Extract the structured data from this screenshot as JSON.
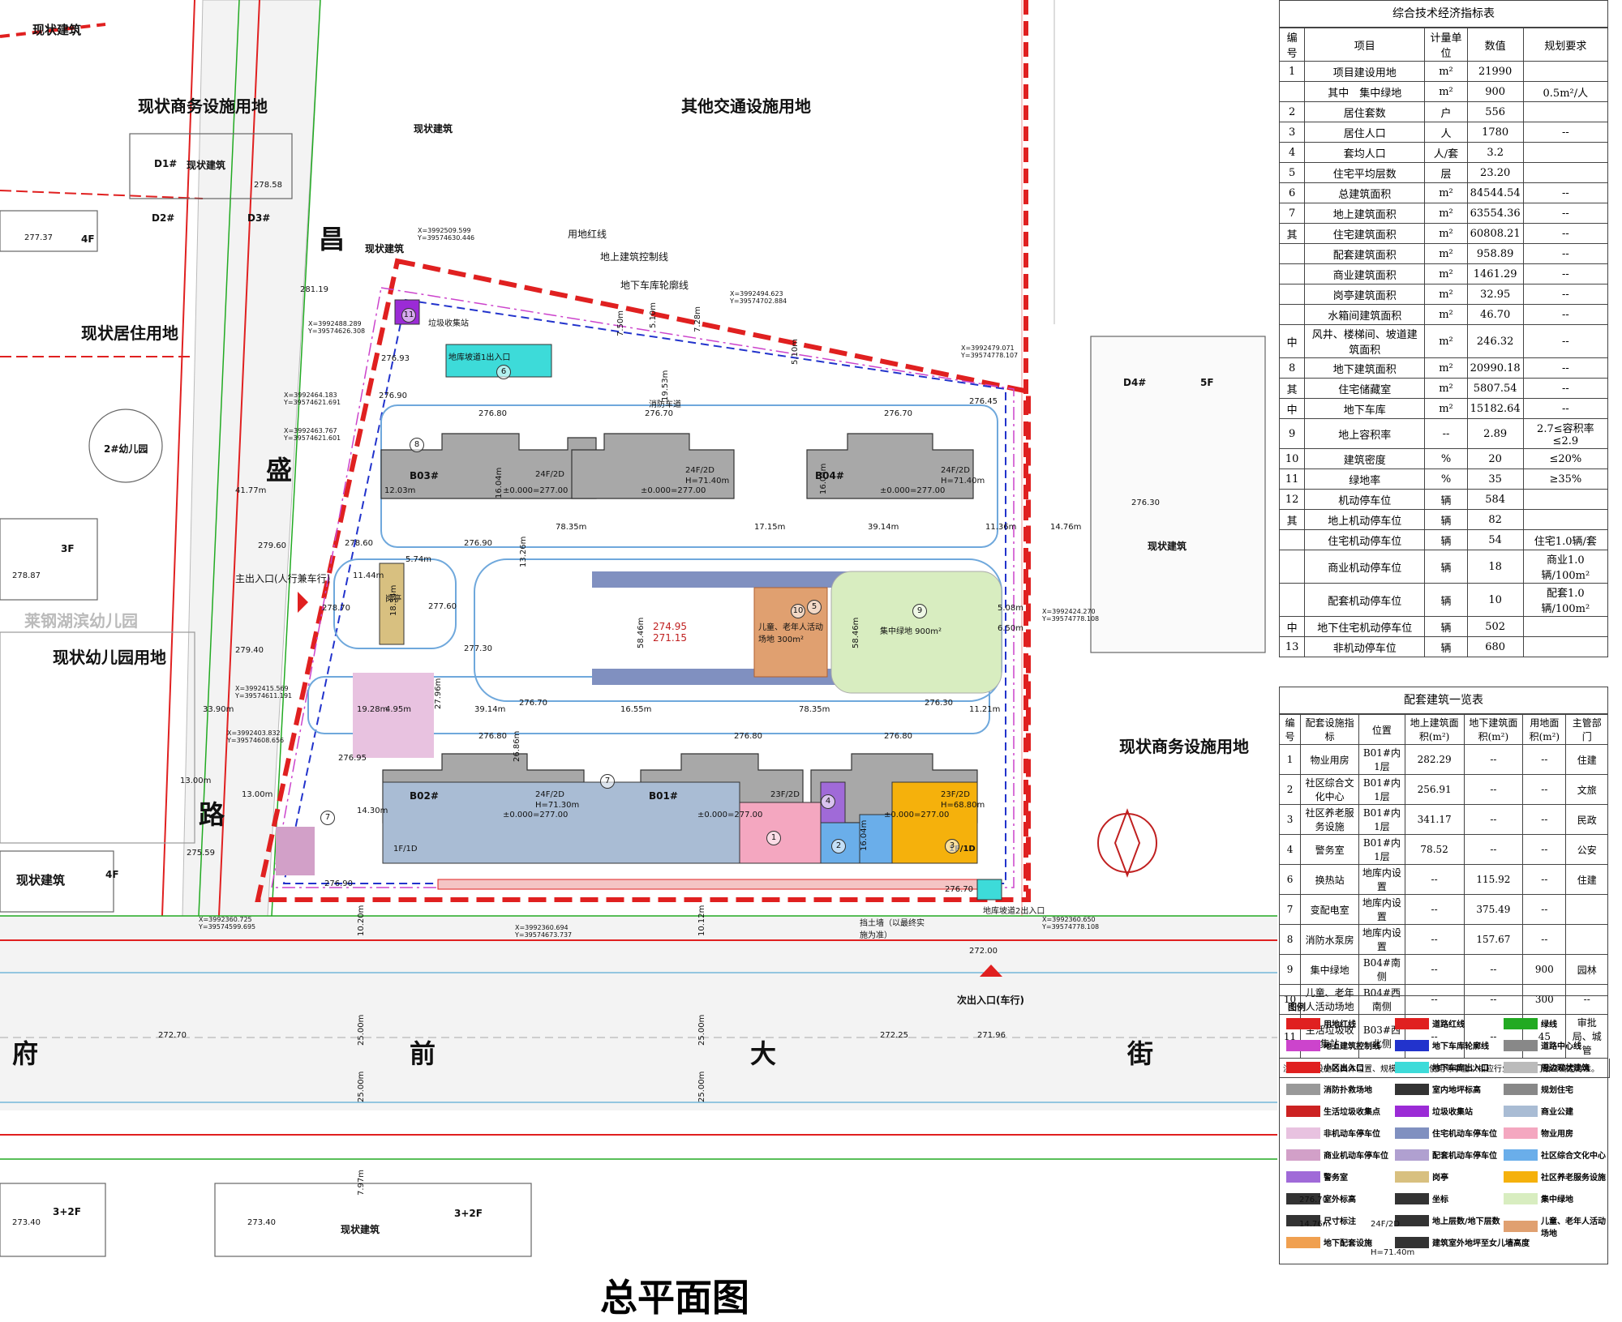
{
  "drawing_title": "总平面图",
  "site_labels": {
    "north_west": "现状建筑",
    "commercial_nw": "现状商务设施用地",
    "transport": "其他交通设施用地",
    "existing_building_top": "现状建筑",
    "d1": "D1#",
    "d1_label": "现状建筑",
    "d2": "D2#",
    "d3": "D3#",
    "residential": "现状居住用地",
    "kindergarten2": "2#幼儿园",
    "kindergarten_land": "现状幼儿园用地",
    "kindergarten_name": "莱钢湖滨幼儿园",
    "d4": "D4#",
    "d4_floors": "5F",
    "existing_building_right": "现状建筑",
    "commercial_right": "现状商务设施用地",
    "existing_building_sw": "现状建筑",
    "existing_building_bottom": "现状建筑",
    "floors_4f": "4F",
    "floors_4f_b": "4F",
    "floors_3f": "3F",
    "floors_3f2f": "3+2F",
    "floors_3f2f_b": "3+2F"
  },
  "roads": {
    "chang": "昌",
    "sheng": "盛",
    "lu": "路",
    "fu": "府",
    "qian": "前",
    "da": "大",
    "jie": "街"
  },
  "annotations": {
    "red_line": "用地红线",
    "build_line": "地上建筑控制线",
    "garage_line": "地下车库轮廓线",
    "main_entry": "主出入口(人行兼车行)",
    "second_entry": "次出入口(车行)",
    "ramp1": "地库坡道1出入口",
    "ramp2": "地库坡道2出入口",
    "garbage": "垃圾收集站",
    "guard": "岗亭",
    "kids_area": "儿童、老年人活动场地 300m²",
    "green": "集中绿地 900m²",
    "fire_lane": "消防车道",
    "retaining": "挡土墙（以最终实施为准）"
  },
  "buildings": [
    {
      "id": "B03#",
      "spec": "24F/2D",
      "height": "",
      "elev": "±0.000=277.00"
    },
    {
      "id": "",
      "spec": "24F/2D",
      "height": "H=71.40m",
      "elev": "±0.000=277.00"
    },
    {
      "id": "B04#",
      "spec": "24F/2D",
      "height": "H=71.40m",
      "elev": "±0.000=277.00"
    },
    {
      "id": "B02#",
      "spec": "24F/2D",
      "height": "H=71.30m",
      "elev": "±0.000=277.00"
    },
    {
      "id": "B01#",
      "spec": "",
      "height": "",
      "elev": "±0.000=277.00"
    },
    {
      "id": "",
      "spec": "23F/2D",
      "height": "H=68.80m",
      "elev": "±0.000=277.00"
    }
  ],
  "podium": {
    "label": "1F/1D",
    "label_b": "1F/1D",
    "spec_b": "23F/2D"
  },
  "elevations": [
    "278.58",
    "277.37",
    "281.19",
    "276.93",
    "276.90",
    "276.80",
    "276.70",
    "276.70",
    "276.45",
    "276.30",
    "279.60",
    "278.60",
    "276.90",
    "278.70",
    "279.40",
    "276.95",
    "276.80",
    "276.80",
    "276.80",
    "276.70",
    "276.30",
    "276.90",
    "276.70",
    "272.00",
    "272.70",
    "272.25",
    "271.96",
    "273.40",
    "273.40",
    "275.59",
    "278.87",
    "277.60",
    "277.30"
  ],
  "center_elev": [
    "274.95",
    "271.15"
  ],
  "dimensions": [
    "41.77m",
    "78.35m",
    "17.15m",
    "39.14m",
    "11.36m",
    "14.76m",
    "33.90m",
    "19.28m",
    "4.95m",
    "39.14m",
    "16.55m",
    "78.35m",
    "11.21m",
    "13.00m",
    "13.00m",
    "14.30m",
    "25.00m",
    "25.00m",
    "25.00m",
    "25.00m",
    "7.97m",
    "10.20m",
    "10.12m",
    "58.46m",
    "58.46m",
    "18.34m",
    "27.96m",
    "26.86m",
    "16.04m",
    "16.04m",
    "16.04m",
    "13.26m",
    "12.03m",
    "19.53m",
    "7.50m",
    "5.10m",
    "7.28m",
    "5.10m",
    "5.08m",
    "6.50m",
    "5.74m",
    "11.44m"
  ],
  "coordinates": [
    "X=3992509.599 Y=39574630.446",
    "X=3992494.623 Y=39574702.884",
    "X=3992488.289 Y=39574626.308",
    "X=3992479.071 Y=39574778.107",
    "X=3992464.183 Y=39574621.691",
    "X=3992463.767 Y=39574621.601",
    "X=3992424.270 Y=39574778.108",
    "X=3992415.569 Y=39574611.191",
    "X=3992403.832 Y=39574608.656",
    "X=3992360.725 Y=39574599.695",
    "X=3992360.694 Y=39574673.737",
    "X=3992360.650 Y=39574778.108"
  ],
  "numbers": [
    "1",
    "2",
    "3",
    "4",
    "5",
    "6",
    "7",
    "7",
    "8",
    "9",
    "10",
    "11"
  ],
  "table1": {
    "caption": "综合技术经济指标表",
    "headers": [
      "编号",
      "项目",
      "计量单位",
      "数值",
      "规划要求"
    ],
    "rows": [
      [
        "1",
        "项目建设用地",
        "m²",
        "21990",
        ""
      ],
      [
        "",
        "其中　集中绿地",
        "m²",
        "900",
        "0.5m²/人"
      ],
      [
        "2",
        "居住套数",
        "户",
        "556",
        ""
      ],
      [
        "3",
        "居住人口",
        "人",
        "1780",
        "--"
      ],
      [
        "4",
        "套均人口",
        "人/套",
        "3.2",
        ""
      ],
      [
        "5",
        "住宅平均层数",
        "层",
        "23.20",
        ""
      ],
      [
        "6",
        "总建筑面积",
        "m²",
        "84544.54",
        "--"
      ],
      [
        "7",
        "地上建筑面积",
        "m²",
        "63554.36",
        "--"
      ],
      [
        "其",
        "住宅建筑面积",
        "m²",
        "60808.21",
        "--"
      ],
      [
        "",
        "配套建筑面积",
        "m²",
        "958.89",
        "--"
      ],
      [
        "",
        "商业建筑面积",
        "m²",
        "1461.29",
        "--"
      ],
      [
        "",
        "岗亭建筑面积",
        "m²",
        "32.95",
        "--"
      ],
      [
        "",
        "水箱间建筑面积",
        "m²",
        "46.70",
        "--"
      ],
      [
        "中",
        "风井、楼梯间、坡道建筑面积",
        "m²",
        "246.32",
        "--"
      ],
      [
        "8",
        "地下建筑面积",
        "m²",
        "20990.18",
        "--"
      ],
      [
        "其",
        "住宅储藏室",
        "m²",
        "5807.54",
        "--"
      ],
      [
        "中",
        "地下车库",
        "m²",
        "15182.64",
        "--"
      ],
      [
        "9",
        "地上容积率",
        "--",
        "2.89",
        "2.7≤容积率≤2.9"
      ],
      [
        "10",
        "建筑密度",
        "%",
        "20",
        "≤20%"
      ],
      [
        "11",
        "绿地率",
        "%",
        "35",
        "≥35%"
      ],
      [
        "12",
        "机动停车位",
        "辆",
        "584",
        ""
      ],
      [
        "其",
        "地上机动停车位",
        "辆",
        "82",
        ""
      ],
      [
        "",
        "住宅机动停车位",
        "辆",
        "54",
        "住宅1.0辆/套"
      ],
      [
        "",
        "商业机动停车位",
        "辆",
        "18",
        "商业1.0辆/100m²"
      ],
      [
        "",
        "配套机动停车位",
        "辆",
        "10",
        "配套1.0辆/100m²"
      ],
      [
        "中",
        "地下住宅机动停车位",
        "辆",
        "502",
        ""
      ],
      [
        "13",
        "非机动停车位",
        "辆",
        "680",
        ""
      ]
    ]
  },
  "table2": {
    "caption": "配套建筑一览表",
    "headers": [
      "编号",
      "配套设施指标",
      "位置",
      "地上建筑面积(m²)",
      "地下建筑面积(m²)",
      "用地面积(m²)",
      "主管部门"
    ],
    "rows": [
      [
        "1",
        "物业用房",
        "B01#内1层",
        "282.29",
        "--",
        "--",
        "住建"
      ],
      [
        "2",
        "社区综合文化中心",
        "B01#内1层",
        "256.91",
        "--",
        "--",
        "文旅"
      ],
      [
        "3",
        "社区养老服务设施",
        "B01#内1层",
        "341.17",
        "--",
        "--",
        "民政"
      ],
      [
        "4",
        "警务室",
        "B01#内1层",
        "78.52",
        "--",
        "--",
        "公安"
      ],
      [
        "6",
        "换热站",
        "地库内设置",
        "--",
        "115.92",
        "--",
        "住建"
      ],
      [
        "7",
        "变配电室",
        "地库内设置",
        "--",
        "375.49",
        "--",
        ""
      ],
      [
        "8",
        "消防水泵房",
        "地库内设置",
        "--",
        "157.67",
        "--",
        ""
      ],
      [
        "9",
        "集中绿地",
        "B04#南侧",
        "--",
        "--",
        "900",
        "园林"
      ],
      [
        "10",
        "儿童、老年人活动场地",
        "B04#西南侧",
        "--",
        "--",
        "300",
        "--"
      ],
      [
        "11",
        "生活垃圾收集站",
        "B03#西北侧",
        "--",
        "--",
        "45",
        "审批局、城管"
      ]
    ],
    "note": "注：配套设施的具体位置、规模、出入、使用等事宜以相应行业主管部门最终确定为准。"
  },
  "legend": {
    "title": "图例",
    "items": [
      {
        "label": "用地红线",
        "color": "#e02020"
      },
      {
        "label": "道路红线",
        "color": "#e02020"
      },
      {
        "label": "绿线",
        "color": "#22aa22"
      },
      {
        "label": "地上建筑控制线",
        "color": "#cc44cc"
      },
      {
        "label": "地下车库轮廓线",
        "color": "#2233cc"
      },
      {
        "label": "道路中心线",
        "color": "#888888"
      },
      {
        "label": "小区出入口",
        "color": "#e02020"
      },
      {
        "label": "地下车库出入口",
        "color": "#3ddbd9"
      },
      {
        "label": "周边现状建筑",
        "color": "#bbbbbb"
      },
      {
        "label": "消防扑救场地",
        "color": "#999999"
      },
      {
        "label": "室内地坪标高",
        "color": "#333333"
      },
      {
        "label": "规划住宅",
        "color": "#888888"
      },
      {
        "label": "生活垃圾收集点",
        "color": "#cc2222"
      },
      {
        "label": "垃圾收集站",
        "color": "#9b2bd6"
      },
      {
        "label": "商业公建",
        "color": "#a9bcd4"
      },
      {
        "label": "非机动车停车位",
        "color": "#e8c2e0"
      },
      {
        "label": "住宅机动车停车位",
        "color": "#8090c0"
      },
      {
        "label": "物业用房",
        "color": "#f4a7c0"
      },
      {
        "label": "商业机动车停车位",
        "color": "#d2a0c8"
      },
      {
        "label": "配套机动车停车位",
        "color": "#b0a0d0"
      },
      {
        "label": "社区综合文化中心",
        "color": "#6aaeea"
      },
      {
        "label": "警务室",
        "color": "#a06ad8"
      },
      {
        "label": "岗亭",
        "color": "#d8c080"
      },
      {
        "label": "社区养老服务设施",
        "color": "#f5b10c"
      },
      {
        "label": "室外标高",
        "color": "#333333"
      },
      {
        "label": "坐标",
        "color": "#333333"
      },
      {
        "label": "集中绿地",
        "color": "#d8edc0"
      },
      {
        "label": "尺寸标注",
        "color": "#333333"
      },
      {
        "label": "地上层数/地下层数",
        "color": "#333333"
      },
      {
        "label": "儿童、老年人活动场地",
        "color": "#e0a070"
      },
      {
        "label": "地下配套设施",
        "color": "#f0a050"
      },
      {
        "label": "建筑室外地坪至女儿墙高度",
        "color": "#333333"
      }
    ],
    "samples": [
      "276.70",
      "14.76m",
      "24F/2D",
      "H=71.40m"
    ]
  }
}
